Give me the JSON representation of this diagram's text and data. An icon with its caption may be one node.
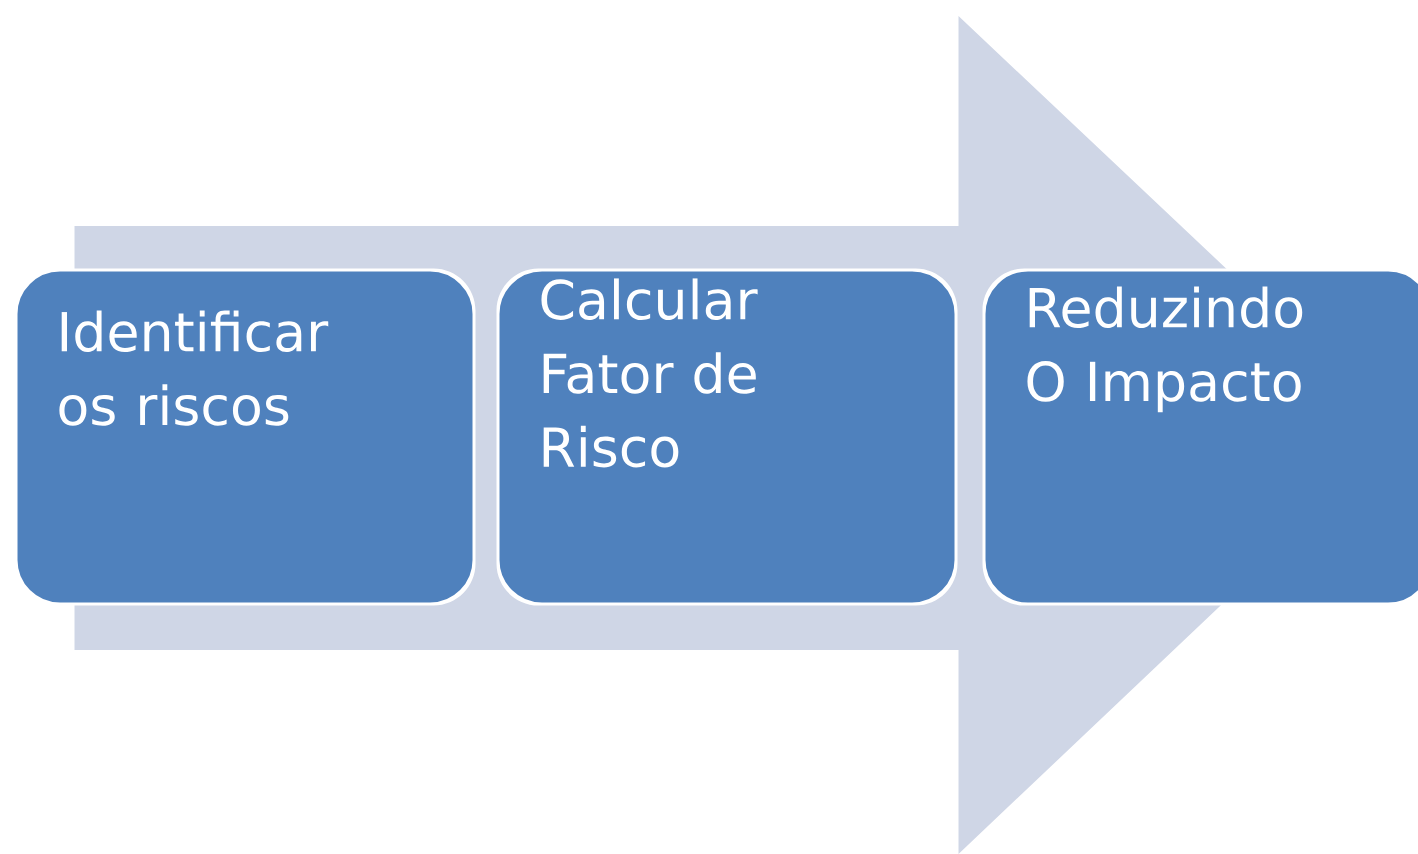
{
  "diagram": {
    "nodes": [
      {
        "text": [
          "Identificar os riscos"
        ]
      },
      {
        "text": [
          "Calcular Fator de Risco"
        ]
      },
      {
        "text": [
          "Reduzindo O Impacto"
        ]
      }
    ],
    "edges": [
      {
        "from": 0,
        "to": 2,
        "arrow": "to"
      }
    ]
  }
}
